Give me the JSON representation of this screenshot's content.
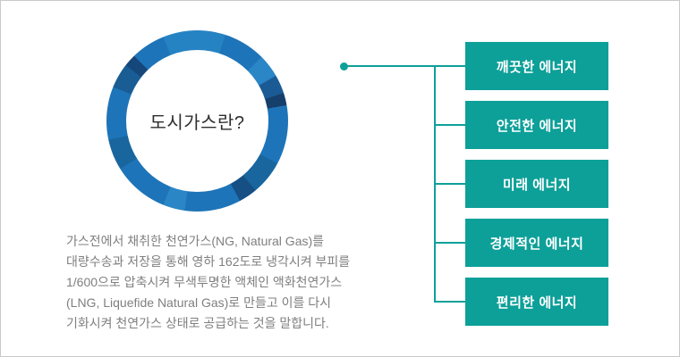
{
  "colors": {
    "accent_teal": "#0da099",
    "circle_blue": "#1e74b8",
    "title_text": "#2e2e2e",
    "body_text": "#7f7f7f",
    "page_border": "#c9c9c9",
    "background": "#ffffff"
  },
  "circle": {
    "title": "도시가스란?"
  },
  "description": {
    "lines": [
      "가스전에서 채취한 천연가스(NG, Natural Gas)를",
      "대량수송과 저장을 통해 영하 162도로 냉각시켜 부피를",
      "1/600으로 압축시켜 무색투명한 액체인 액화천연가스",
      "(LNG, Liquefide Natural Gas)로 만들고 이를 다시",
      "기화시켜 천연가스 상태로 공급하는 것을 말합니다."
    ]
  },
  "energy_list": {
    "items": [
      {
        "label": "깨끗한 에너지"
      },
      {
        "label": "안전한 에너지"
      },
      {
        "label": "미래 에너지"
      },
      {
        "label": "경제적인 에너지"
      },
      {
        "label": "편리한 에너지"
      }
    ]
  }
}
